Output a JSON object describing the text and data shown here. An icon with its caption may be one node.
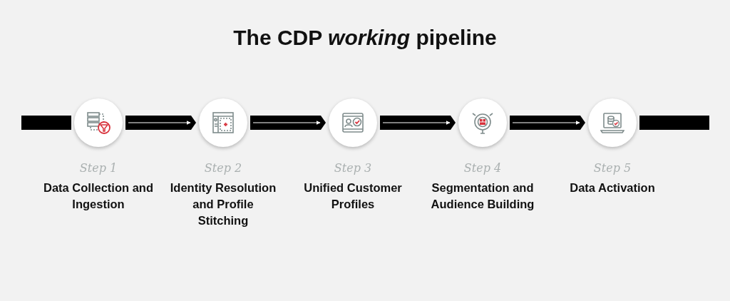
{
  "diagram": {
    "title": "The CDP *working* pipeline",
    "nodes": [
      {
        "text": [
          "Step 1",
          "Data Collection and Ingestion"
        ]
      },
      {
        "text": [
          "Step 2",
          "Identity Resolution and Profile Stitching"
        ]
      },
      {
        "text": [
          "Step 3",
          "Unified Customer Profiles"
        ]
      },
      {
        "text": [
          "Step 4",
          "Segmentation and Audience Building"
        ]
      },
      {
        "text": [
          "Step 5",
          "Data Activation"
        ]
      }
    ],
    "edges": [
      {
        "from": null,
        "to": 0,
        "arrow": "none"
      },
      {
        "from": 0,
        "to": 1,
        "arrow": "to"
      },
      {
        "from": 1,
        "to": 2,
        "arrow": "to"
      },
      {
        "from": 2,
        "to": 3,
        "arrow": "to"
      },
      {
        "from": 3,
        "to": 4,
        "arrow": "to"
      },
      {
        "from": 4,
        "to": null,
        "arrow": "none"
      }
    ]
  }
}
